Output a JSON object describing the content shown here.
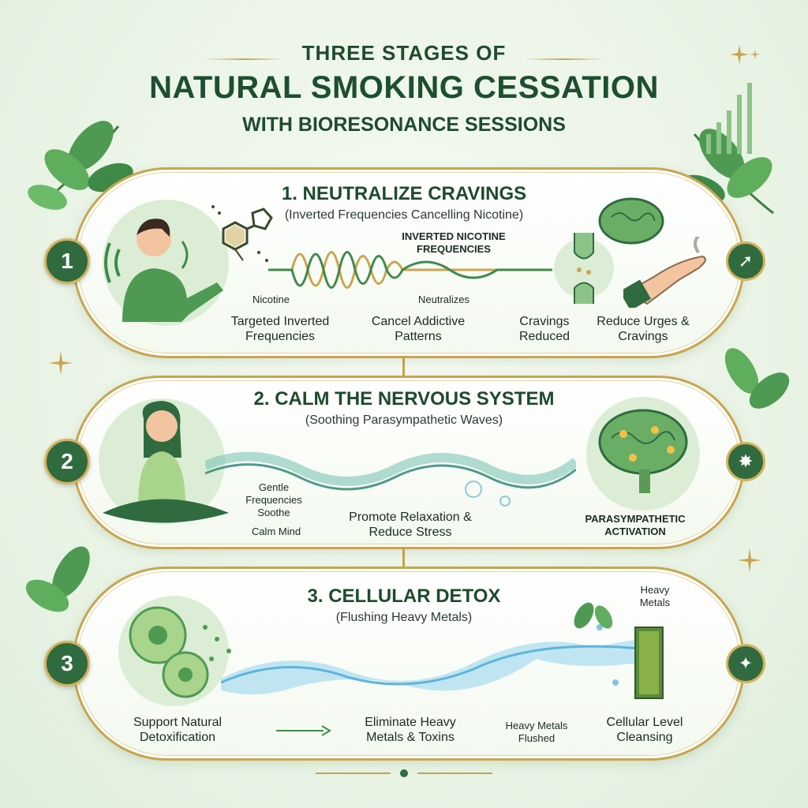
{
  "title": {
    "line1": "THREE STAGES OF",
    "line2": "NATURAL SMOKING CESSATION",
    "line3": "WITH BIORESONANCE SESSIONS"
  },
  "stages": [
    {
      "number": "1",
      "title": "1. NEUTRALIZE CRAVINGS",
      "subtitle": "(Inverted Frequencies Cancelling Nicotine)",
      "labels": {
        "nicotine": "Nicotine",
        "targeted": "Targeted Inverted Frequencies",
        "inverted_nicotine": "INVERTED NICOTINE FREQUENCIES",
        "neutralizes": "Neutralizes",
        "cancel": "Cancel Addictive Patterns",
        "cravings_reduced": "Cravings Reduced",
        "reduce_urges": "Reduce Urges & Cravings"
      }
    },
    {
      "number": "2",
      "title": "2. CALM THE NERVOUS SYSTEM",
      "subtitle": "(Soothing Parasympathetic Waves)",
      "labels": {
        "gentle": "Gentle Frequencies Soothe",
        "calm_mind": "Calm Mind",
        "promote": "Promote Relaxation & Reduce Stress",
        "parasympathetic": "PARASYMPATHETIC ACTIVATION"
      }
    },
    {
      "number": "3",
      "title": "3. CELLULAR DETOX",
      "subtitle": "(Flushing Heavy Metals)",
      "labels": {
        "heavy_metals_top": "Heavy Metals",
        "support": "Support Natural Detoxification",
        "eliminate": "Eliminate Heavy Metals & Toxins",
        "flushed": "Heavy Metals Flushed",
        "cellular": "Cellular Level Cleansing"
      }
    }
  ],
  "colors": {
    "accent_green": "#2f6b3f",
    "gold": "#c9a54e",
    "leaf_green": "#4f9a52",
    "water_blue": "#7fc4e6"
  }
}
